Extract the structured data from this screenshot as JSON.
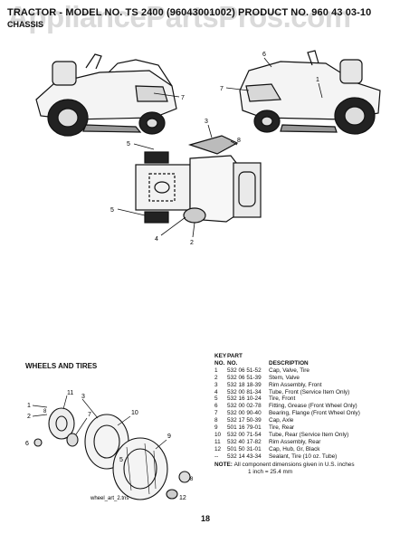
{
  "header": {
    "title": "TRACTOR - MODEL NO. TS 2400 (96043001002) PRODUCT NO. 960 43 03-10",
    "subtitle": "CHASSIS",
    "watermark": "AppliancePartsPros.com"
  },
  "diagram": {
    "top_callouts": [
      "7",
      "6",
      "7",
      "1"
    ],
    "mid_callouts": [
      "3",
      "5",
      "8",
      "5",
      "4",
      "2"
    ],
    "wheel_callouts": [
      "1",
      "8",
      "2",
      "11",
      "3",
      "7",
      "10",
      "9",
      "6",
      "5",
      "8",
      "12"
    ],
    "wheel_ref": "wheel_art_2.tns"
  },
  "section_title": "WHEELS AND TIRES",
  "parts_table": {
    "headers": {
      "key_top": "KEY",
      "key_bottom": "NO.",
      "part_top": "PART",
      "part_bottom": "NO.",
      "description": "DESCRIPTION"
    },
    "rows": [
      {
        "key": "1",
        "part": "532 06 51-52",
        "desc": "Cap, Valve, Tire"
      },
      {
        "key": "2",
        "part": "532 06 51-39",
        "desc": "Stem, Valve"
      },
      {
        "key": "3",
        "part": "532 18 18-39",
        "desc": "Rim Assembly, Front"
      },
      {
        "key": "4",
        "part": "532 00 81-34",
        "desc": "Tube, Front (Service Item Only)"
      },
      {
        "key": "5",
        "part": "532 16 10-24",
        "desc": "Tire, Front"
      },
      {
        "key": "6",
        "part": "532 00 02-78",
        "desc": "Fitting, Grease (Front Wheel Only)"
      },
      {
        "key": "7",
        "part": "532 00 90-40",
        "desc": "Bearing, Flange (Front Wheel Only)"
      },
      {
        "key": "8",
        "part": "532 17 50-39",
        "desc": "Cap, Axle"
      },
      {
        "key": "9",
        "part": "501 16 79-01",
        "desc": "Tire, Rear"
      },
      {
        "key": "10",
        "part": "532 00 71-54",
        "desc": "Tube, Rear (Service Item Only)"
      },
      {
        "key": "11",
        "part": "532 40 17-82",
        "desc": "Rim Assembly, Rear"
      },
      {
        "key": "12",
        "part": "501 50 31-01",
        "desc": "Cap, Hub, Gr, Black"
      },
      {
        "key": "--",
        "part": "532 14 43-34",
        "desc": "Sealant, Tire (10 oz. Tube)"
      }
    ],
    "note_label": "NOTE:",
    "note_line1": "All component dimensions given in U.S. inches",
    "note_line2": "1 inch = 25.4 mm"
  },
  "page_number": "18"
}
